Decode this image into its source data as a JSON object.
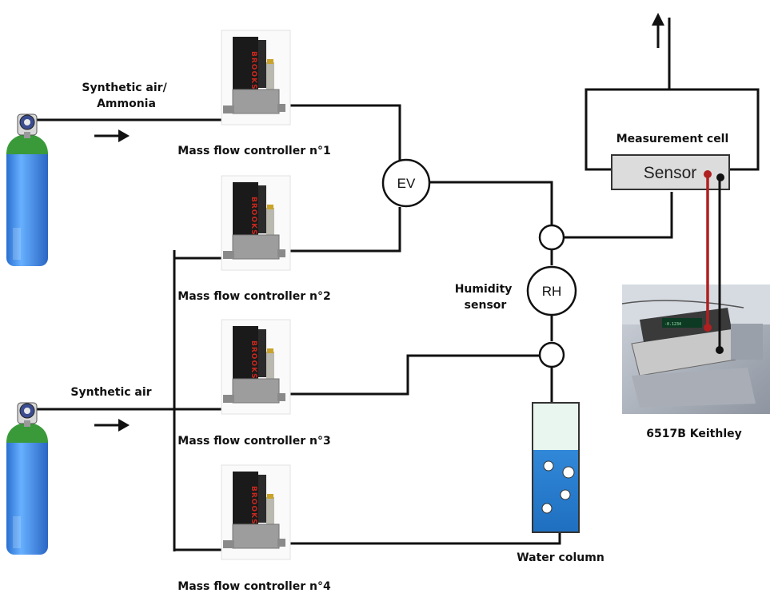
{
  "labels": {
    "source1": "Synthetic air/\nAmmonia",
    "source2": "Synthetic air",
    "mfc1": "Mass flow controller n°1",
    "mfc2": "Mass flow controller n°2",
    "mfc3": "Mass flow controller n°3",
    "mfc4": "Mass flow controller n°4",
    "ev": "EV",
    "rh": "RH",
    "humidity": "Humidity\nsensor",
    "measurement_cell": "Measurement cell",
    "sensor": "Sensor",
    "keithley": "6517B Keithley",
    "water_column": "Water column"
  },
  "device_brand": "BROOKS",
  "colors": {
    "line": "#111111",
    "cylinder_body": "#3f8fe8",
    "cylinder_shoulder": "#3a9a3a",
    "sensor_box": "#dcdcdc",
    "lead_red": "#b02020",
    "water": "#2f89d9",
    "water_top": "#e9f6ef"
  },
  "icons": [
    "gas-cylinder-icon",
    "mass-flow-controller-icon",
    "arrow-right-icon",
    "arrow-up-icon",
    "electrometer-photo-icon"
  ]
}
